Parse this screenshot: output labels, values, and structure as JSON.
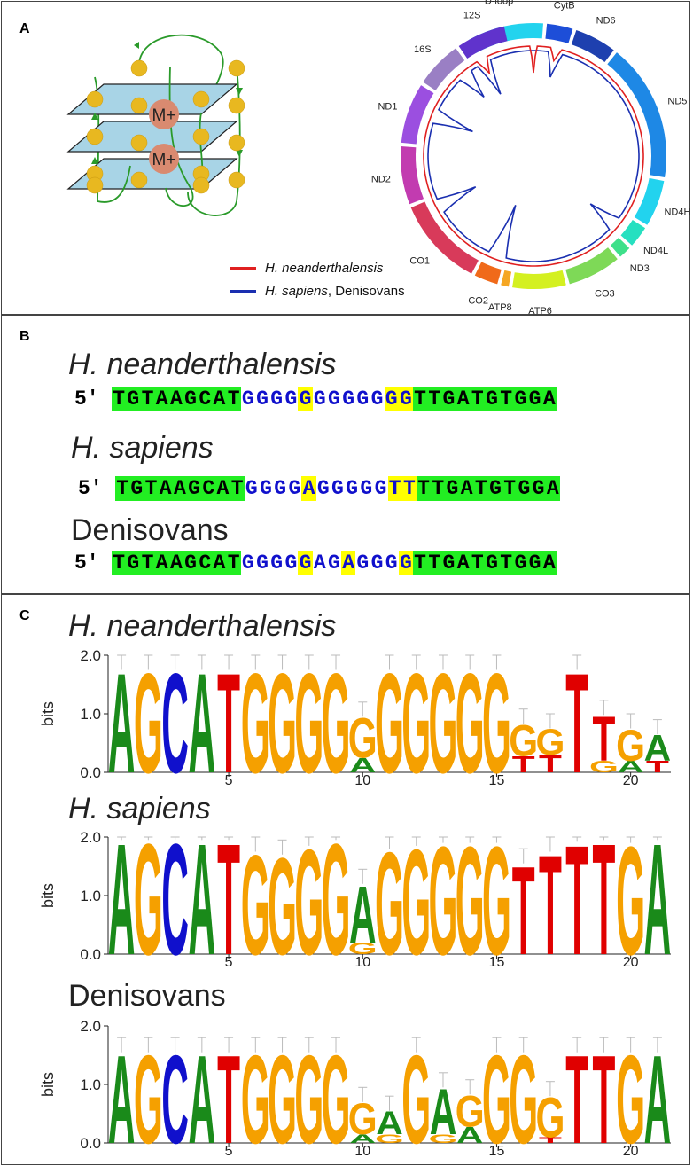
{
  "panel_labels": {
    "a": "A",
    "b": "B",
    "c": "C"
  },
  "quadruplex": {
    "ions": [
      "M+",
      "M+"
    ]
  },
  "circle": {
    "genes": [
      {
        "name": "D-loop",
        "color": "#22d3ee"
      },
      {
        "name": "CytB",
        "color": "#1d4ed8"
      },
      {
        "name": "ND6",
        "color": "#1e40af"
      },
      {
        "name": "ND5",
        "color": "#1e88e5"
      },
      {
        "name": "ND4H",
        "color": "#22d3ee"
      },
      {
        "name": "ND4L",
        "color": "#26e0c0"
      },
      {
        "name": "ND3",
        "color": "#3ee08a"
      },
      {
        "name": "CO3",
        "color": "#7ed957"
      },
      {
        "name": "ATP6",
        "color": "#d4f020"
      },
      {
        "name": "ATP8",
        "color": "#f5a623"
      },
      {
        "name": "CO2",
        "color": "#f06a1a"
      },
      {
        "name": "CO1",
        "color": "#d83a5a"
      },
      {
        "name": "ND2",
        "color": "#c23bb0"
      },
      {
        "name": "ND1",
        "color": "#9b4fe0"
      },
      {
        "name": "16S",
        "color": "#9a7fc4"
      },
      {
        "name": "12S",
        "color": "#6033cc"
      }
    ],
    "legend": [
      {
        "italic": "H. neanderthalensis",
        "rest": "",
        "color": "#e02020"
      },
      {
        "italic": "H. sapiens",
        "rest": ", Denisovans",
        "color": "#1a2fb0"
      }
    ]
  },
  "sequences": {
    "prime": "5′",
    "rows": [
      {
        "species": "H. neanderthalensis",
        "italic": true,
        "seq": "TGTAAGCATGGGGGGGGGGGGTTGATGTGGA",
        "yellow": [
          13,
          19,
          20
        ]
      },
      {
        "species": "H. sapiens",
        "italic": true,
        "seq": "TGTAAGCATGGGGAGGGGGTTTTGATGTGGA",
        "yellow": [
          13,
          19,
          20
        ]
      },
      {
        "species": "Denisovans",
        "italic": false,
        "seq": "TGTAAGCATGGGGGAGAGGGGTTGATGTGGA",
        "yellow": [
          13,
          16,
          20
        ]
      }
    ]
  },
  "chart_data": [
    {
      "type": "sequence-logo",
      "title": "H. neanderthalensis",
      "ylabel": "bits",
      "ylim": [
        0,
        2.0
      ],
      "yticks": [
        "0.0",
        "1.0",
        "2.0"
      ],
      "xticks": [
        5,
        10,
        15,
        20
      ],
      "positions": [
        {
          "pos": 1,
          "letters": [
            {
              "b": "A",
              "h": 1.75
            }
          ]
        },
        {
          "pos": 2,
          "letters": [
            {
              "b": "G",
              "h": 1.75
            }
          ]
        },
        {
          "pos": 3,
          "letters": [
            {
              "b": "C",
              "h": 1.75
            }
          ]
        },
        {
          "pos": 4,
          "letters": [
            {
              "b": "A",
              "h": 1.75
            }
          ]
        },
        {
          "pos": 5,
          "letters": [
            {
              "b": "T",
              "h": 1.75
            }
          ]
        },
        {
          "pos": 6,
          "letters": [
            {
              "b": "G",
              "h": 1.75
            }
          ]
        },
        {
          "pos": 7,
          "letters": [
            {
              "b": "G",
              "h": 1.75
            }
          ]
        },
        {
          "pos": 8,
          "letters": [
            {
              "b": "G",
              "h": 1.75
            }
          ]
        },
        {
          "pos": 9,
          "letters": [
            {
              "b": "G",
              "h": 1.75
            }
          ]
        },
        {
          "pos": 10,
          "letters": [
            {
              "b": "A",
              "h": 0.25
            },
            {
              "b": "G",
              "h": 0.7
            }
          ]
        },
        {
          "pos": 11,
          "letters": [
            {
              "b": "G",
              "h": 1.75
            }
          ]
        },
        {
          "pos": 12,
          "letters": [
            {
              "b": "G",
              "h": 1.75
            }
          ]
        },
        {
          "pos": 13,
          "letters": [
            {
              "b": "G",
              "h": 1.75
            }
          ]
        },
        {
          "pos": 14,
          "letters": [
            {
              "b": "G",
              "h": 1.75
            }
          ]
        },
        {
          "pos": 15,
          "letters": [
            {
              "b": "G",
              "h": 1.75
            }
          ]
        },
        {
          "pos": 16,
          "letters": [
            {
              "b": "T",
              "h": 0.28
            },
            {
              "b": "G",
              "h": 0.55
            }
          ]
        },
        {
          "pos": 17,
          "letters": [
            {
              "b": "T",
              "h": 0.3
            },
            {
              "b": "G",
              "h": 0.45
            }
          ]
        },
        {
          "pos": 18,
          "letters": [
            {
              "b": "T",
              "h": 1.75
            }
          ]
        },
        {
          "pos": 19,
          "letters": [
            {
              "b": "G",
              "h": 0.2
            },
            {
              "b": "T",
              "h": 0.78
            }
          ]
        },
        {
          "pos": 20,
          "letters": [
            {
              "b": "A",
              "h": 0.2
            },
            {
              "b": "G",
              "h": 0.55
            }
          ]
        },
        {
          "pos": 21,
          "letters": [
            {
              "b": "T",
              "h": 0.2
            },
            {
              "b": "A",
              "h": 0.45
            }
          ]
        }
      ]
    },
    {
      "type": "sequence-logo",
      "title": "H. sapiens",
      "ylabel": "bits",
      "ylim": [
        0,
        2.0
      ],
      "yticks": [
        "0.0",
        "1.0",
        "2.0"
      ],
      "xticks": [
        5,
        10,
        15,
        20
      ],
      "positions": [
        {
          "pos": 1,
          "letters": [
            {
              "b": "A",
              "h": 1.95
            }
          ]
        },
        {
          "pos": 2,
          "letters": [
            {
              "b": "G",
              "h": 1.95
            }
          ]
        },
        {
          "pos": 3,
          "letters": [
            {
              "b": "C",
              "h": 1.95
            }
          ]
        },
        {
          "pos": 4,
          "letters": [
            {
              "b": "A",
              "h": 1.95
            }
          ]
        },
        {
          "pos": 5,
          "letters": [
            {
              "b": "T",
              "h": 1.95
            }
          ]
        },
        {
          "pos": 6,
          "letters": [
            {
              "b": "G",
              "h": 1.75
            }
          ]
        },
        {
          "pos": 7,
          "letters": [
            {
              "b": "G",
              "h": 1.7
            }
          ]
        },
        {
          "pos": 8,
          "letters": [
            {
              "b": "G",
              "h": 1.85
            }
          ]
        },
        {
          "pos": 9,
          "letters": [
            {
              "b": "G",
              "h": 1.95
            }
          ]
        },
        {
          "pos": 10,
          "letters": [
            {
              "b": "G",
              "h": 0.2
            },
            {
              "b": "A",
              "h": 1.0
            }
          ]
        },
        {
          "pos": 11,
          "letters": [
            {
              "b": "G",
              "h": 1.8
            }
          ]
        },
        {
          "pos": 12,
          "letters": [
            {
              "b": "G",
              "h": 1.85
            }
          ]
        },
        {
          "pos": 13,
          "letters": [
            {
              "b": "G",
              "h": 1.9
            }
          ]
        },
        {
          "pos": 14,
          "letters": [
            {
              "b": "G",
              "h": 1.9
            }
          ]
        },
        {
          "pos": 15,
          "letters": [
            {
              "b": "G",
              "h": 1.9
            }
          ]
        },
        {
          "pos": 16,
          "letters": [
            {
              "b": "T",
              "h": 1.55
            }
          ]
        },
        {
          "pos": 17,
          "letters": [
            {
              "b": "T",
              "h": 1.75
            }
          ]
        },
        {
          "pos": 18,
          "letters": [
            {
              "b": "T",
              "h": 1.92
            }
          ]
        },
        {
          "pos": 19,
          "letters": [
            {
              "b": "T",
              "h": 1.95
            }
          ]
        },
        {
          "pos": 20,
          "letters": [
            {
              "b": "G",
              "h": 1.9
            }
          ]
        },
        {
          "pos": 21,
          "letters": [
            {
              "b": "A",
              "h": 1.95
            }
          ]
        }
      ]
    },
    {
      "type": "sequence-logo",
      "title": "Denisovans",
      "ylabel": "bits",
      "ylim": [
        0,
        2.0
      ],
      "yticks": [
        "0.0",
        "1.0",
        "2.0"
      ],
      "xticks": [
        5,
        10,
        15,
        20
      ],
      "positions": [
        {
          "pos": 1,
          "letters": [
            {
              "b": "A",
              "h": 1.55
            }
          ]
        },
        {
          "pos": 2,
          "letters": [
            {
              "b": "G",
              "h": 1.55
            }
          ]
        },
        {
          "pos": 3,
          "letters": [
            {
              "b": "C",
              "h": 1.55
            }
          ]
        },
        {
          "pos": 4,
          "letters": [
            {
              "b": "A",
              "h": 1.55
            }
          ]
        },
        {
          "pos": 5,
          "letters": [
            {
              "b": "T",
              "h": 1.55
            }
          ]
        },
        {
          "pos": 6,
          "letters": [
            {
              "b": "G",
              "h": 1.55
            }
          ]
        },
        {
          "pos": 7,
          "letters": [
            {
              "b": "G",
              "h": 1.55
            }
          ]
        },
        {
          "pos": 8,
          "letters": [
            {
              "b": "G",
              "h": 1.55
            }
          ]
        },
        {
          "pos": 9,
          "letters": [
            {
              "b": "G",
              "h": 1.55
            }
          ]
        },
        {
          "pos": 10,
          "letters": [
            {
              "b": "A",
              "h": 0.15
            },
            {
              "b": "G",
              "h": 0.55
            }
          ]
        },
        {
          "pos": 11,
          "letters": [
            {
              "b": "G",
              "h": 0.15
            },
            {
              "b": "A",
              "h": 0.4
            }
          ]
        },
        {
          "pos": 12,
          "letters": [
            {
              "b": "G",
              "h": 1.55
            }
          ]
        },
        {
          "pos": 13,
          "letters": [
            {
              "b": "G",
              "h": 0.15
            },
            {
              "b": "A",
              "h": 0.8
            }
          ]
        },
        {
          "pos": 14,
          "letters": [
            {
              "b": "A",
              "h": 0.28
            },
            {
              "b": "G",
              "h": 0.55
            }
          ]
        },
        {
          "pos": 15,
          "letters": [
            {
              "b": "G",
              "h": 1.55
            }
          ]
        },
        {
          "pos": 16,
          "letters": [
            {
              "b": "G",
              "h": 1.55
            }
          ]
        },
        {
          "pos": 17,
          "letters": [
            {
              "b": "T",
              "h": 0.1
            },
            {
              "b": "G",
              "h": 0.7
            }
          ]
        },
        {
          "pos": 18,
          "letters": [
            {
              "b": "T",
              "h": 1.55
            }
          ]
        },
        {
          "pos": 19,
          "letters": [
            {
              "b": "T",
              "h": 1.55
            }
          ]
        },
        {
          "pos": 20,
          "letters": [
            {
              "b": "G",
              "h": 1.55
            }
          ]
        },
        {
          "pos": 21,
          "letters": [
            {
              "b": "A",
              "h": 1.55
            }
          ]
        }
      ]
    }
  ]
}
